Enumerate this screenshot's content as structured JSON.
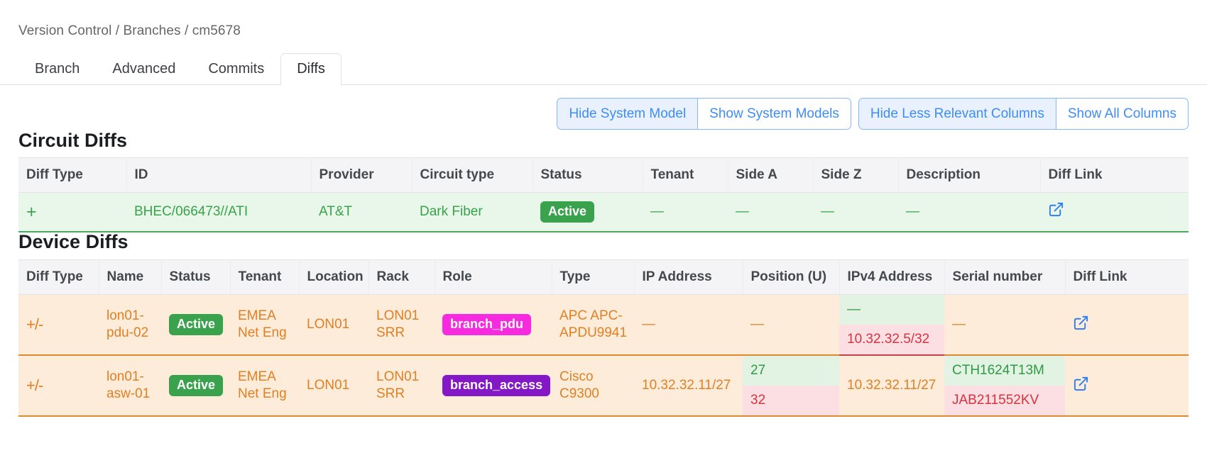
{
  "breadcrumb": "Version Control / Branches / cm5678",
  "tabs": [
    {
      "label": "Branch",
      "active": false
    },
    {
      "label": "Advanced",
      "active": false
    },
    {
      "label": "Commits",
      "active": false
    },
    {
      "label": "Diffs",
      "active": true
    }
  ],
  "toolbar": {
    "group_model": [
      {
        "label": "Hide System Model",
        "active": true
      },
      {
        "label": "Show System Models",
        "active": false
      }
    ],
    "group_columns": [
      {
        "label": "Hide Less Relevant Columns",
        "active": true
      },
      {
        "label": "Show All Columns",
        "active": false
      }
    ]
  },
  "circuit": {
    "title": "Circuit Diffs",
    "columns": [
      "Diff Type",
      "ID",
      "Provider",
      "Circuit type",
      "Status",
      "Tenant",
      "Side A",
      "Side Z",
      "Description",
      "Diff Link"
    ],
    "rows": [
      {
        "diff_type": "+",
        "id": "BHEC/066473//ATI",
        "provider": "AT&T",
        "circuit_type": "Dark Fiber",
        "status": "Active",
        "tenant": "—",
        "side_a": "—",
        "side_z": "—",
        "description": "—",
        "diff_link": "external-link-icon"
      }
    ]
  },
  "device": {
    "title": "Device Diffs",
    "columns": [
      "Diff Type",
      "Name",
      "Status",
      "Tenant",
      "Location",
      "Rack",
      "Role",
      "Type",
      "IP Address",
      "Position (U)",
      "IPv4 Address",
      "Serial number",
      "Diff Link"
    ],
    "rows": [
      {
        "diff_type": "+/-",
        "name": "lon01-pdu-02",
        "status": "Active",
        "tenant": "EMEA Net Eng",
        "location": "LON01",
        "rack": "LON01 SRR",
        "role": "branch_pdu",
        "type": "APC APC-APDU9941",
        "ip_address": "—",
        "position_u": "—",
        "ipv4_address": {
          "old": "—",
          "new": "10.32.32.5/32"
        },
        "serial_number": "—",
        "diff_link": "external-link-icon"
      },
      {
        "diff_type": "+/-",
        "name": "lon01-asw-01",
        "status": "Active",
        "tenant": "EMEA Net Eng",
        "location": "LON01",
        "rack": "LON01 SRR",
        "role": "branch_access",
        "type": "Cisco C9300",
        "ip_address": "10.32.32.11/27",
        "position_u": {
          "old": "27",
          "new": "32"
        },
        "ipv4_address": "10.32.32.11/27",
        "serial_number": {
          "old": "CTH1624T13M",
          "new": "JAB211552KV"
        },
        "diff_link": "external-link-icon"
      }
    ]
  },
  "colors": {
    "add_row_bg": "#e9f7ea",
    "add_row_text": "#37a349",
    "change_row_bg": "#fdecd9",
    "change_row_text": "#e08024",
    "old_value_bg": "#e2f3e4",
    "old_value_text": "#2f9a42",
    "new_value_bg": "#fbdfe2",
    "new_value_text": "#d7333f",
    "badge_active": "#3aa14d",
    "badge_branch_pdu": "#f72ae0",
    "badge_branch_access": "#8518c6",
    "link_blue": "#3f8cf3"
  }
}
